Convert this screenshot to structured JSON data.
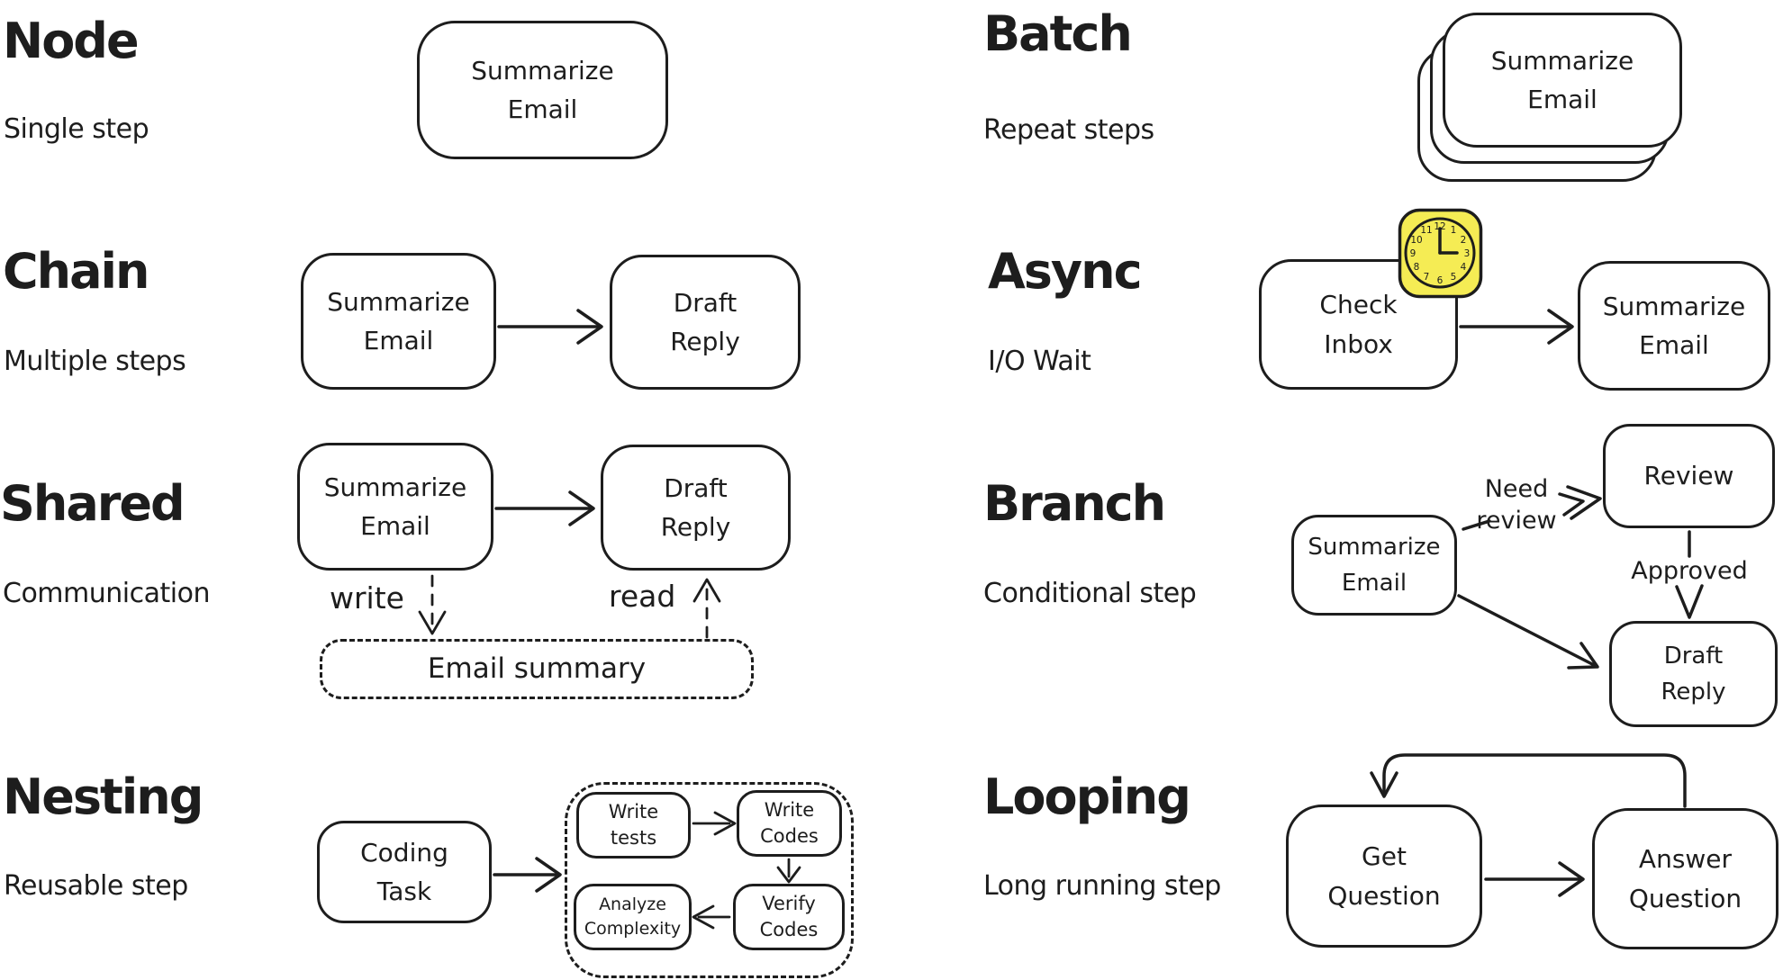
{
  "colors": {
    "ink": "#1d1d1d",
    "background": "#ffffff",
    "clock_fill": "#f5ec54"
  },
  "sections": {
    "node": {
      "title": "Node",
      "subtitle": "Single step",
      "steps": {
        "summarize": [
          "Summarize",
          "Email"
        ]
      }
    },
    "batch": {
      "title": "Batch",
      "subtitle": "Repeat steps",
      "steps": {
        "summarize": [
          "Summarize",
          "Email"
        ]
      }
    },
    "chain": {
      "title": "Chain",
      "subtitle": "Multiple steps",
      "steps": {
        "summarize": [
          "Summarize",
          "Email"
        ],
        "draft": [
          "Draft",
          "Reply"
        ]
      }
    },
    "async": {
      "title": "Async",
      "subtitle": "I/O Wait",
      "steps": {
        "check": [
          "Check",
          "Inbox"
        ],
        "summarize": [
          "Summarize",
          "Email"
        ]
      },
      "clock_numbers": [
        "12",
        "1",
        "2",
        "3",
        "4",
        "5",
        "6",
        "7",
        "8",
        "9",
        "10",
        "11"
      ]
    },
    "shared": {
      "title": "Shared",
      "subtitle": "Communication",
      "steps": {
        "summarize": [
          "Summarize",
          "Email"
        ],
        "draft": [
          "Draft",
          "Reply"
        ]
      },
      "labels": {
        "write": "write",
        "read": "read"
      },
      "store": {
        "email_summary": "Email summary"
      }
    },
    "branch": {
      "title": "Branch",
      "subtitle": "Conditional step",
      "steps": {
        "summarize": [
          "Summarize",
          "Email"
        ],
        "review": [
          "Review"
        ],
        "draft": [
          "Draft",
          "Reply"
        ]
      },
      "labels": {
        "need_review": [
          "Need",
          "review"
        ],
        "approved": "Approved"
      }
    },
    "nesting": {
      "title": "Nesting",
      "subtitle": "Reusable step",
      "steps": {
        "coding": [
          "Coding",
          "Task"
        ],
        "write_tests": [
          "Write",
          "tests"
        ],
        "write_codes": [
          "Write",
          "Codes"
        ],
        "analyze": [
          "Analyze",
          "Complexity"
        ],
        "verify": [
          "Verify",
          "Codes"
        ]
      }
    },
    "looping": {
      "title": "Looping",
      "subtitle": "Long running step",
      "steps": {
        "get": [
          "Get",
          "Question"
        ],
        "answer": [
          "Answer",
          "Question"
        ]
      }
    }
  }
}
